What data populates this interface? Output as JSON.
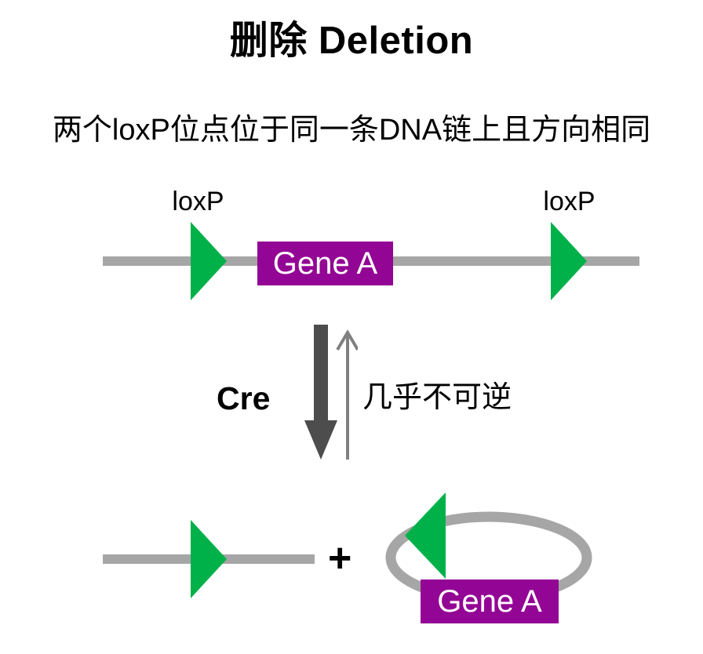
{
  "title": "删除 Deletion",
  "subtitle": "两个loxP位点位于同一条DNA链上且方向相同",
  "top_construct": {
    "left_lox_label": "loxP",
    "right_lox_label": "loxP",
    "gene_label": "Gene A"
  },
  "reaction": {
    "enzyme_label": "Cre",
    "reversibility_label": "几乎不可逆"
  },
  "bottom_products": {
    "plus_label": "+",
    "circle_gene_label": "Gene A"
  },
  "colors": {
    "loxp_green": "#00b14a",
    "dna_gray": "#a6a6a6",
    "gene_purple": "#930594",
    "arrow_dark_gray": "#4d4d4d",
    "arrow_light_gray": "#808080",
    "text_black": "#000000",
    "background": "#ffffff"
  }
}
